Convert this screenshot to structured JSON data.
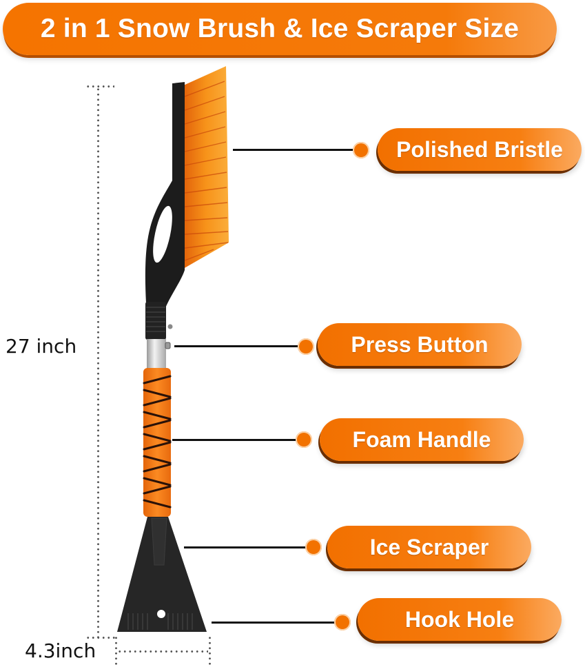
{
  "title": "2 in 1 Snow Brush & Ice Scraper Size",
  "colors": {
    "accent": "#f57400",
    "accent_light": "#fbaa60",
    "pill_shadow": "#6b2e00",
    "handle_black": "#1c1c1c",
    "bristle_orange": "#f7931a",
    "leader_line": "#111111"
  },
  "dimensions": {
    "length_label": "27 inch",
    "width_label": "4.3inch"
  },
  "callouts": [
    {
      "label": "Polished Bristle"
    },
    {
      "label": "Press Button"
    },
    {
      "label": "Foam Handle"
    },
    {
      "label": "Ice Scraper"
    },
    {
      "label": "Hook Hole"
    }
  ]
}
